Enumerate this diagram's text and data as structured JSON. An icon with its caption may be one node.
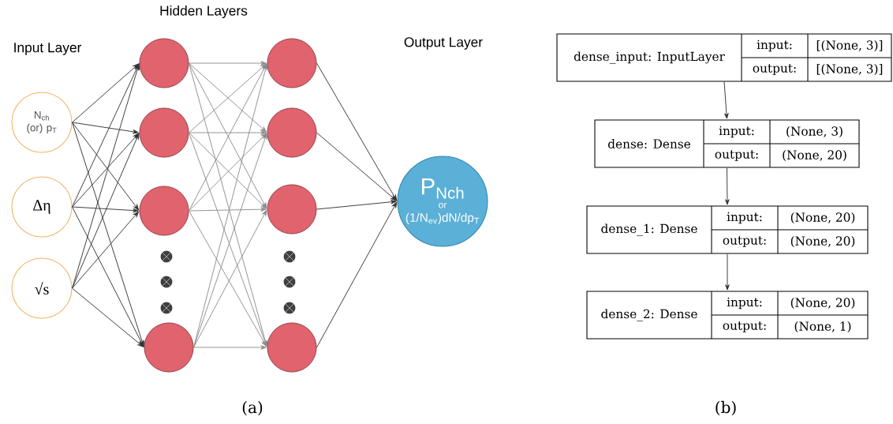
{
  "diagram": {
    "nodes": [
      {
        "text": [
          "N$_{ch}$ (or) p$_{T}$"
        ]
      },
      {
        "text": [
          "Δη"
        ]
      },
      {
        "text": [
          "√s"
        ]
      },
      {
        "text": [],
        "shape": "circle"
      },
      {
        "text": [],
        "shape": "circle"
      },
      {
        "text": [],
        "shape": "circle"
      },
      {
        "text": [],
        "shape": "circle"
      },
      {
        "text": [],
        "shape": "circle"
      },
      {
        "text": [],
        "shape": "circle"
      },
      {
        "text": [],
        "shape": "circle"
      },
      {
        "text": [],
        "shape": "circle"
      },
      {
        "text": [
          "P$_{Nch}$",
          "or",
          "(1/N$_{ev}$)dN/dp$_{T}$"
        ]
      },
      {
        "text": [
          "dense_input: InputLayer",
          "input:",
          "[(None, 3)]",
          "output:",
          "[(None, 3)]"
        ]
      },
      {
        "text": [
          "dense: Dense",
          "input:",
          "(None, 3)",
          "output:",
          "(None, 20)"
        ]
      },
      {
        "text": [
          "dense_1: Dense",
          "input:",
          "(None, 20)",
          "output:",
          "(None, 20)"
        ]
      },
      {
        "text": [
          "dense_2: Dense",
          "input:",
          "(None, 20)",
          "output:",
          "(None, 1)"
        ]
      }
    ],
    "edges": [
      {
        "from": 0,
        "to": 3,
        "arrow": "to"
      },
      {
        "from": 0,
        "to": 4,
        "arrow": "to"
      },
      {
        "from": 0,
        "to": 5,
        "arrow": "to"
      },
      {
        "from": 0,
        "to": 6,
        "arrow": "to"
      },
      {
        "from": 1,
        "to": 3,
        "arrow": "to"
      },
      {
        "from": 1,
        "to": 4,
        "arrow": "to"
      },
      {
        "from": 1,
        "to": 5,
        "arrow": "to"
      },
      {
        "from": 1,
        "to": 6,
        "arrow": "to"
      },
      {
        "from": 2,
        "to": 3,
        "arrow": "to"
      },
      {
        "from": 2,
        "to": 4,
        "arrow": "to"
      },
      {
        "from": 2,
        "to": 5,
        "arrow": "to"
      },
      {
        "from": 2,
        "to": 6,
        "arrow": "to"
      },
      {
        "from": 3,
        "to": 7,
        "arrow": "to",
        "color": "#8c8c8c"
      },
      {
        "from": 3,
        "to": 8,
        "arrow": "to",
        "color": "#8c8c8c"
      },
      {
        "from": 3,
        "to": 9,
        "arrow": "to",
        "color": "#8c8c8c"
      },
      {
        "from": 3,
        "to": 10,
        "arrow": "to",
        "color": "#8c8c8c"
      },
      {
        "from": 4,
        "to": 7,
        "arrow": "to",
        "color": "#8c8c8c"
      },
      {
        "from": 4,
        "to": 8,
        "arrow": "to",
        "color": "#8c8c8c"
      },
      {
        "from": 4,
        "to": 9,
        "arrow": "to",
        "color": "#8c8c8c"
      },
      {
        "from": 4,
        "to": 10,
        "arrow": "to",
        "color": "#8c8c8c"
      },
      {
        "from": 5,
        "to": 7,
        "arrow": "to",
        "color": "#8c8c8c"
      },
      {
        "from": 5,
        "to": 8,
        "arrow": "to",
        "color": "#8c8c8c"
      },
      {
        "from": 5,
        "to": 9,
        "arrow": "to",
        "color": "#8c8c8c"
      },
      {
        "from": 5,
        "to": 10,
        "arrow": "to",
        "color": "#8c8c8c"
      },
      {
        "from": 6,
        "to": 7,
        "arrow": "to",
        "color": "#8c8c8c"
      },
      {
        "from": 6,
        "to": 8,
        "arrow": "to",
        "color": "#8c8c8c"
      },
      {
        "from": 6,
        "to": 9,
        "arrow": "to",
        "color": "#8c8c8c"
      },
      {
        "from": 6,
        "to": 10,
        "arrow": "to",
        "color": "#8c8c8c"
      },
      {
        "from": 7,
        "to": 11,
        "arrow": "to"
      },
      {
        "from": 8,
        "to": 11,
        "arrow": "to"
      },
      {
        "from": 9,
        "to": 11,
        "arrow": "to"
      },
      {
        "from": 10,
        "to": 11,
        "arrow": "to"
      },
      {
        "from": 12,
        "to": 13,
        "arrow": "to"
      },
      {
        "from": 13,
        "to": 14,
        "arrow": "to"
      },
      {
        "from": 14,
        "to": 15,
        "arrow": "to"
      }
    ],
    "labels": [
      "Hidden Layers",
      "Input Layer",
      "Output Layer",
      "(a)",
      "(b)"
    ]
  }
}
